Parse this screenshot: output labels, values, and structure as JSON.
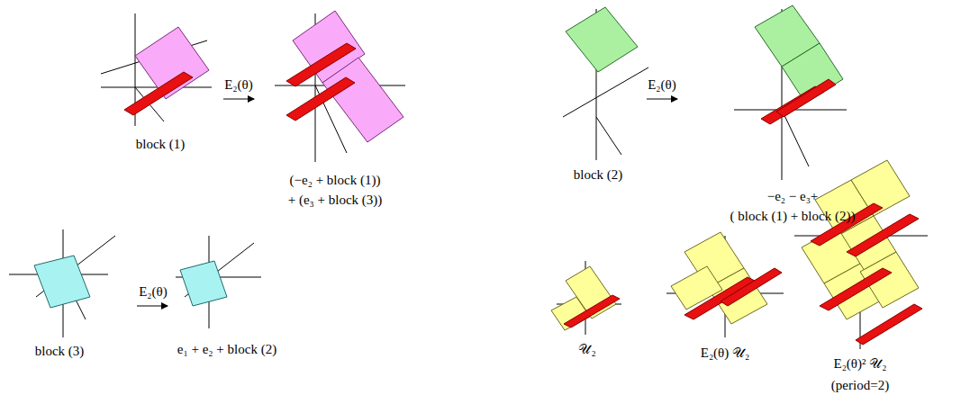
{
  "diagram": {
    "labels": [
      "block (1)",
      "E₂(θ)",
      "(−e₂ + block (1))",
      "+ (e₃ + block (3))",
      "block (2)",
      "E₂(θ)",
      "−e₂ − e₃+",
      "( block (1) + block (2))",
      "block (3)",
      "E₂(θ)",
      "e₁ + e₂ + block (2)",
      "𝒰₂",
      "E₂(θ) 𝒰₂",
      "E₂(θ)² 𝒰₂",
      "(period=2)"
    ]
  }
}
